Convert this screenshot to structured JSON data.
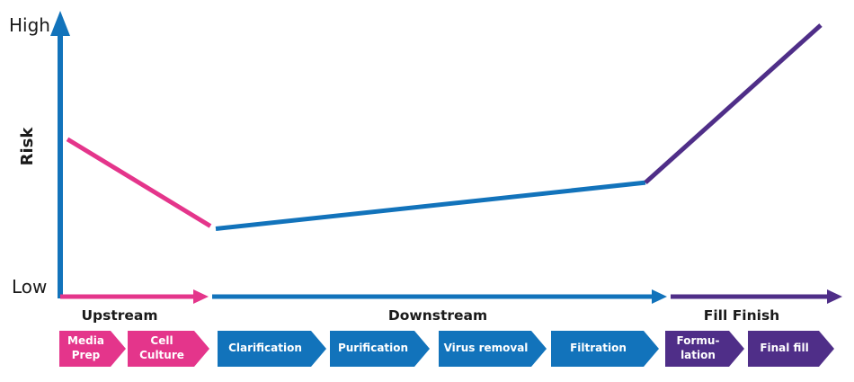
{
  "chart_data": {
    "type": "line",
    "title": "",
    "ylabel": "Risk",
    "y_axis": {
      "top_label": "High",
      "bottom_label": "Low"
    },
    "grid": false,
    "axis_color": "#1273BB",
    "text_color": "#1a1a1a",
    "risk_scale_note": "qualitative axis, 0 = Low, 1 = High",
    "layout": {
      "baseline_y": 330,
      "risk_top_y": 28,
      "axis_x": 67,
      "axis_tip_y": 12,
      "line_width": 5
    },
    "series": [
      {
        "name": "Upstream",
        "color": "#E4358B",
        "risk_points": [
          {
            "x": 75,
            "risk": 0.58
          },
          {
            "x": 234,
            "risk": 0.26
          }
        ]
      },
      {
        "name": "Downstream",
        "color": "#1273BB",
        "risk_points": [
          {
            "x": 240,
            "risk": 0.25
          },
          {
            "x": 718,
            "risk": 0.42
          }
        ]
      },
      {
        "name": "Fill Finish",
        "color": "#4F2E88",
        "risk_points": [
          {
            "x": 718,
            "risk": 0.42
          },
          {
            "x": 913,
            "risk": 1.0
          }
        ]
      }
    ],
    "phases": [
      {
        "label": "Upstream",
        "color": "#E4358B",
        "arrow_x": [
          67,
          232
        ],
        "label_center_x": 133
      },
      {
        "label": "Downstream",
        "color": "#1273BB",
        "arrow_x": [
          236,
          742
        ],
        "label_center_x": 487
      },
      {
        "label": "Fill Finish",
        "color": "#4F2E88",
        "arrow_x": [
          746,
          937
        ],
        "label_center_x": 825
      }
    ],
    "process_steps": [
      {
        "label": "Media\nPrep",
        "phase": "Upstream",
        "color": "#E4358B",
        "x": 66,
        "width": 74
      },
      {
        "label": "Cell\nCulture",
        "phase": "Upstream",
        "color": "#E4358B",
        "x": 142,
        "width": 91
      },
      {
        "label": "Clarification",
        "phase": "Downstream",
        "color": "#1273BB",
        "x": 242,
        "width": 121
      },
      {
        "label": "Purification",
        "phase": "Downstream",
        "color": "#1273BB",
        "x": 367,
        "width": 111
      },
      {
        "label": "Virus removal",
        "phase": "Downstream",
        "color": "#1273BB",
        "x": 488,
        "width": 120
      },
      {
        "label": "Filtration",
        "phase": "Downstream",
        "color": "#1273BB",
        "x": 613,
        "width": 120
      },
      {
        "label": "Formu-\nlation",
        "phase": "Fill Finish",
        "color": "#4F2E88",
        "x": 740,
        "width": 88
      },
      {
        "label": "Final fill",
        "phase": "Fill Finish",
        "color": "#4F2E88",
        "x": 832,
        "width": 96
      }
    ]
  }
}
